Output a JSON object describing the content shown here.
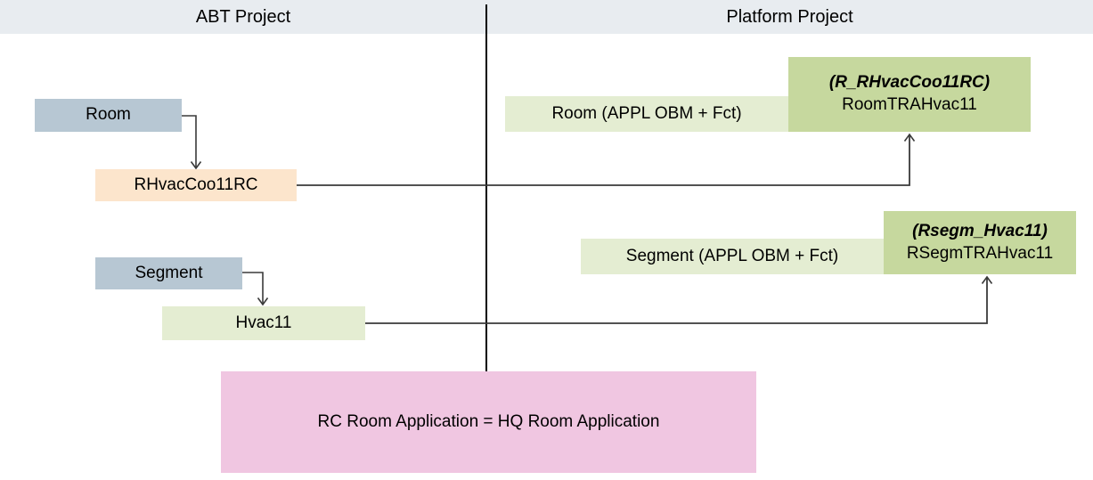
{
  "diagram": {
    "columns": {
      "left": {
        "title": "ABT Project"
      },
      "right": {
        "title": "Platform Project"
      }
    },
    "abt": {
      "room": "Room",
      "room_rc": "RHvacCoo11RC",
      "segment": "Segment",
      "segment_rc": "Hvac11"
    },
    "platform": {
      "room_appl": "Room (APPL OBM + Fct)",
      "room_tra_alias": "(R_RHvacCoo11RC)",
      "room_tra_name": "RoomTRAHvac11",
      "segment_appl": "Segment (APPL OBM + Fct)",
      "segment_tra_alias": "(Rsegm_Hvac11)",
      "segment_tra_name": "RSegmTRAHvac11"
    },
    "note": "RC Room Application = HQ Room Application",
    "colors": {
      "header_bg": "#e8ecf0",
      "entity_box_bg": "#b7c7d3",
      "rc_box_bg": "#fce5cc",
      "appl_box_bg": "#e4edd2",
      "tra_box_bg": "#c6d89e",
      "note_box_bg": "#f0c6e1",
      "connector_line": "#3a3a3a",
      "divider_line": "#000000",
      "text": "#000000"
    }
  }
}
